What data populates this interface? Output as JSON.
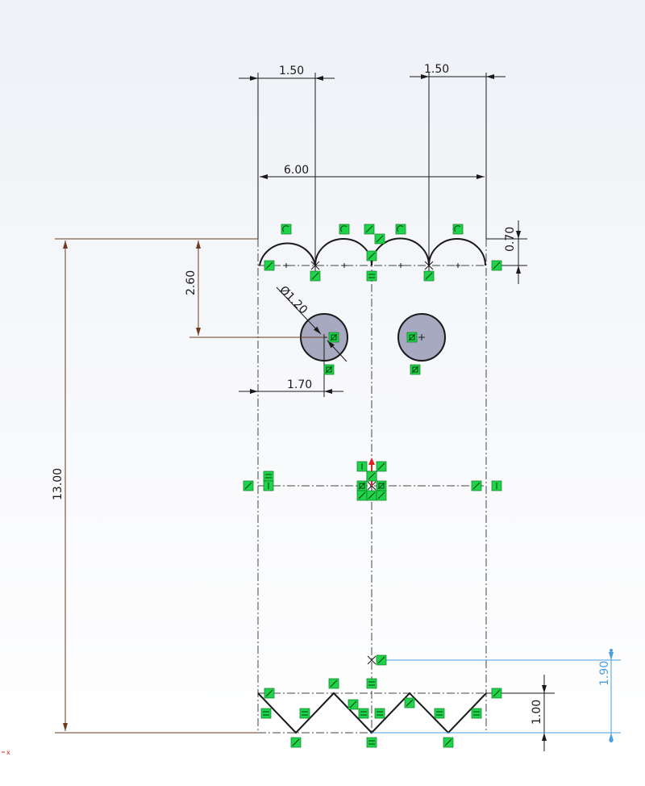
{
  "dimensions": {
    "top_left_width": "1.50",
    "top_right_width": "1.50",
    "total_width": "6.00",
    "arc_height": "0.70",
    "hole_offset_vertical": "2.60",
    "hole_diameter": "Ø1.20",
    "hole_offset_horizontal": "1.70",
    "overall_height": "13.00",
    "zigzag_height": "1.00",
    "driven_offset": "1.90"
  },
  "colors": {
    "relation_green": "#1fd34a",
    "driven_dimension_blue": "#4a9fd8",
    "hole_fill": "#a6a9bf",
    "origin_red": "#e02020"
  },
  "icons": {
    "relation_markers": "relation-icon",
    "origin": "origin-icon",
    "coordinate_axis": "axis-icon"
  }
}
